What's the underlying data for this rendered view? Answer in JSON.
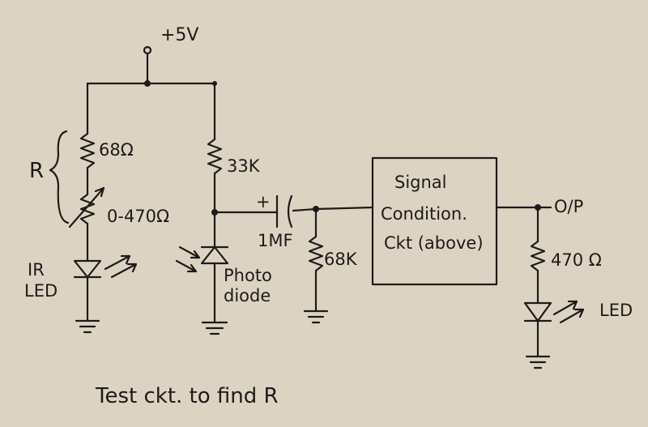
{
  "supply_label": "+5V",
  "caption": "Test ckt. to find R",
  "ir_branch": {
    "r_bracket_label": "R",
    "resistor_label": "68Ω",
    "pot_label": "0-470Ω",
    "led_label_line1": "IR",
    "led_label_line2": "LED"
  },
  "photo_branch": {
    "resistor_label": "33K",
    "diode_label_line1": "Photo",
    "diode_label_line2": "diode"
  },
  "coupling": {
    "cap_label": "1MF",
    "cap_polarity": "+",
    "shunt_label": "68K"
  },
  "block": {
    "line1": "Signal",
    "line2": "Condition.",
    "line3": "Ckt (above)"
  },
  "output": {
    "label": "O/P",
    "resistor_label": "470 Ω",
    "led_label": "LED"
  },
  "colors": {
    "paper": "#ddd3c2",
    "ink": "#1d1b1a"
  }
}
